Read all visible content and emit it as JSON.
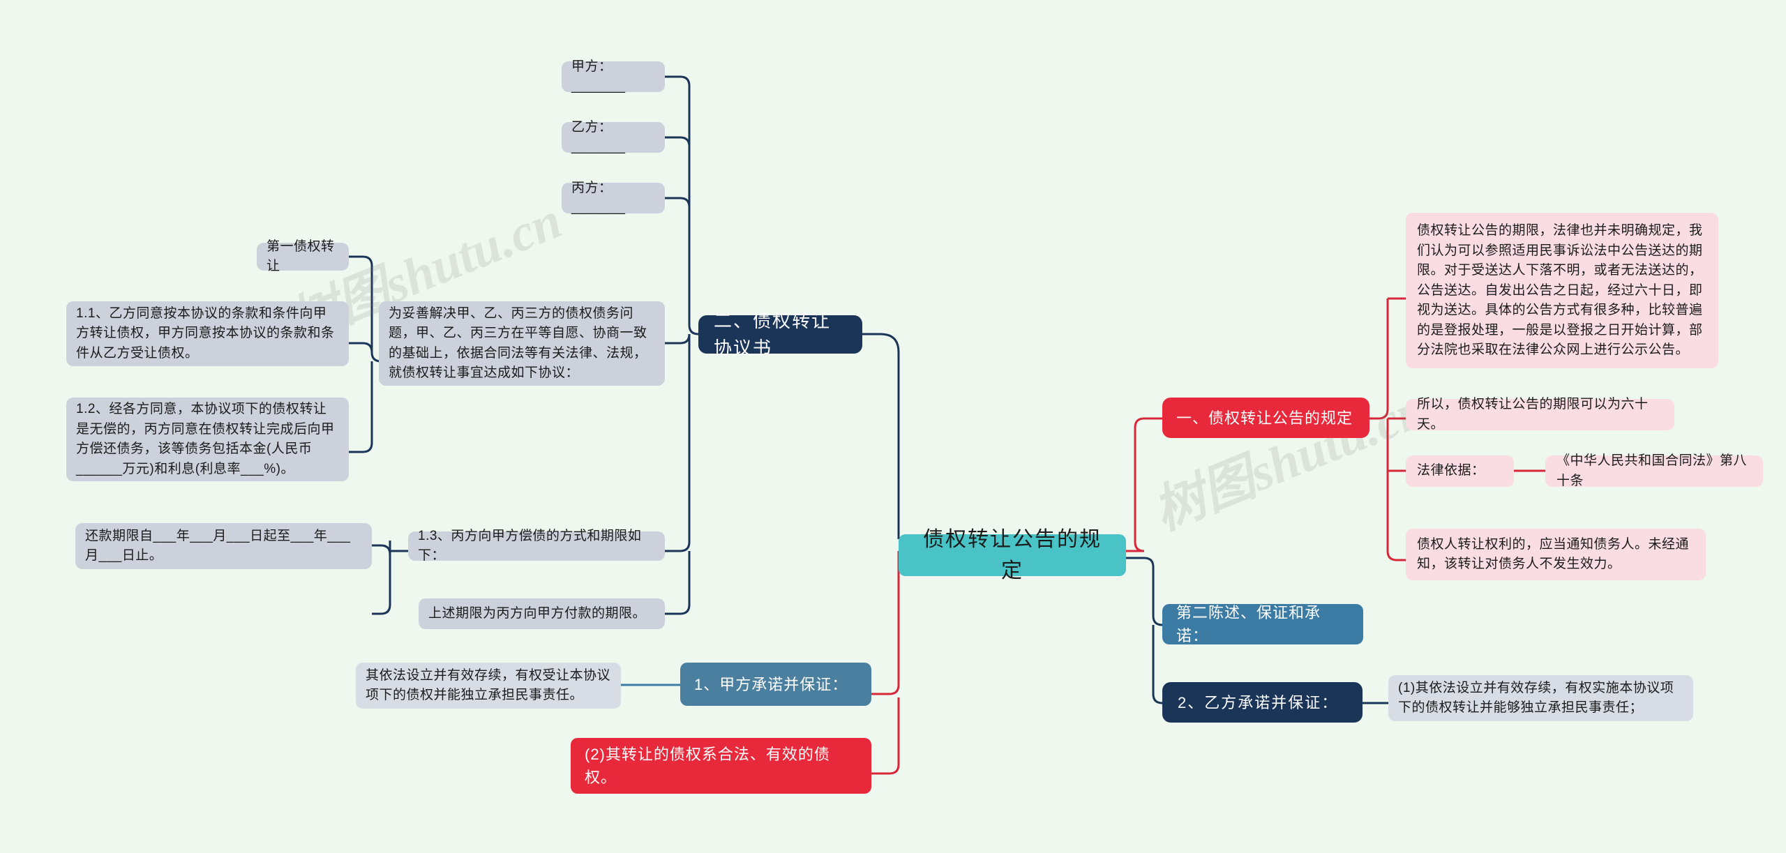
{
  "meta": {
    "background_color": "#eff8ef",
    "root_color": "#49c3c6",
    "navy_color": "#1b3559",
    "blue_color": "#3c7ca4",
    "red_color": "#e8293b",
    "pink_color": "#fadde3",
    "grey_color": "#ccd1db"
  },
  "watermark": {
    "left": "树图shutu.cn",
    "right": "树图shutu.cn"
  },
  "root": {
    "label": "债权转让公告的规定"
  },
  "left_branch": {
    "title": "二、债权转让协议书",
    "parties": [
      {
        "label": "甲方：_______"
      },
      {
        "label": "乙方：_______"
      },
      {
        "label": "丙方：_______"
      }
    ],
    "preamble": "为妥善解决甲、乙、丙三方的债权债务问题，甲、乙、丙三方在平等自愿、协商一致的基础上，依据合同法等有关法律、法规，就债权转让事宜达成如下协议：",
    "section_one": {
      "label": "第一债权转让",
      "items": [
        "1.1、乙方同意按本协议的条款和条件向甲方转让债权，甲方同意按本协议的条款和条件从乙方受让债权。",
        "1.2、经各方同意，本协议项下的债权转让是无偿的，丙方同意在债权转让完成后向甲方偿还债务，该等债务包括本金(人民币______万元)和利息(利息率___%)。"
      ]
    },
    "repayment": {
      "label": "1.3、丙方向甲方偿债的方式和期限如下：",
      "children": [
        "还款期限自___年___月___日起至___年___月___日止。",
        "上述期限为丙方向甲方付款的期限。"
      ]
    },
    "party_a_promise": {
      "label": "1、甲方承诺并保证：",
      "child": "其依法设立并有效存续，有权受让本协议项下的债权并能独立承担民事责任。"
    },
    "transfer_legal": "(2)其转让的债权系合法、有效的债权。"
  },
  "right_branch": {
    "regulation": {
      "label": "一、债权转让公告的规定",
      "children": [
        "债权转让公告的期限，法律也并未明确规定，我们认为可以参照适用民事诉讼法中公告送达的期限。对于受送达人下落不明，或者无法送达的，公告送达。自发出公告之日起，经过六十日，即视为送达。具体的公告方式有很多种，比较普遍的是登报处理，一般是以登报之日开始计算，部分法院也采取在法律公众网上进行公示公告。",
        "所以，债权转让公告的期限可以为六十天。"
      ],
      "legal_basis": {
        "label": "法律依据：",
        "value": "《中华人民共和国合同法》第八十条"
      },
      "notice": "债权人转让权利的，应当通知债务人。未经通知，该转让对债务人不发生效力。"
    },
    "statement": {
      "label": "第二陈述、保证和承诺："
    },
    "party_b_promise": {
      "label": "2、乙方承诺并保证：",
      "child": "(1)其依法设立并有效存续，有权实施本协议项下的债权转让并能够独立承担民事责任；"
    }
  }
}
